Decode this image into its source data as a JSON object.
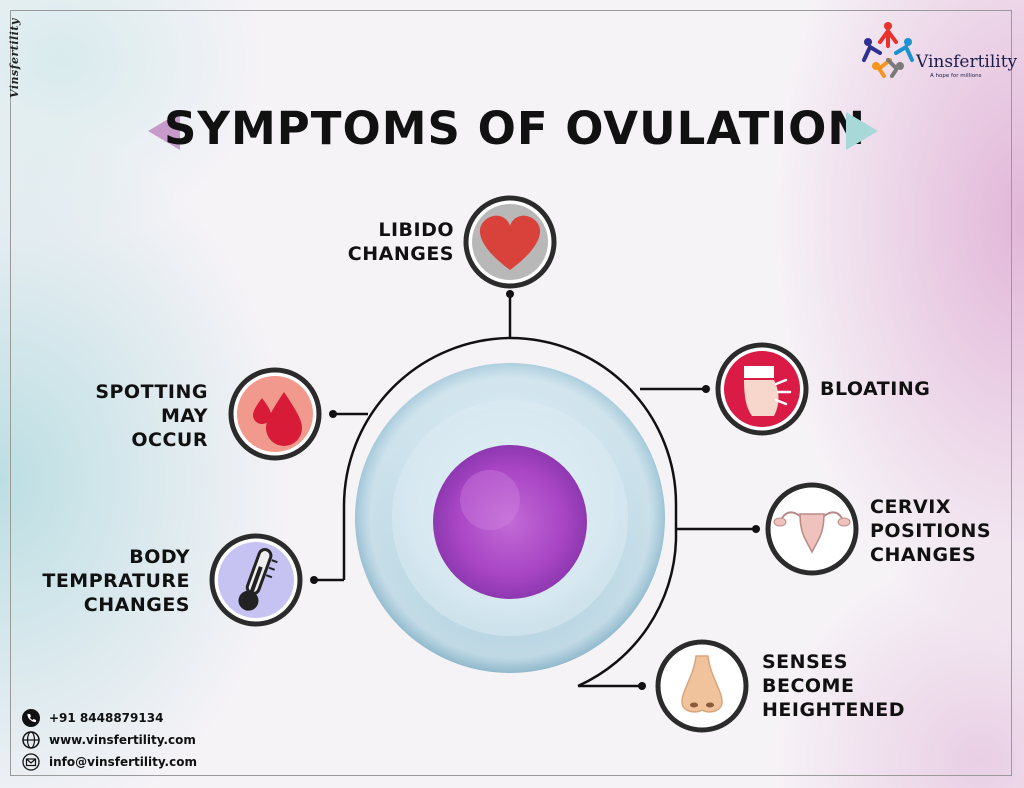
{
  "brand": {
    "side_text": "Vinsfertility",
    "name": "Vinsfertility",
    "tagline": "A hope for millions"
  },
  "title": "SYMPTOMS OF OVULATION",
  "symptoms": {
    "libido": {
      "line1": "LIBIDO",
      "line2": "CHANGES",
      "icon": "heart-icon",
      "color": "#d8423a"
    },
    "spotting": {
      "line1": "SPOTTING",
      "line2": "MAY",
      "line3": "OCCUR",
      "icon": "blood-drop-icon",
      "color": "#f2998d"
    },
    "temperature": {
      "line1": "BODY",
      "line2": "TEMPRATURE",
      "line3": "CHANGES",
      "icon": "thermometer-icon",
      "color": "#c6c3f3"
    },
    "bloating": {
      "line1": "BLOATING",
      "icon": "bloating-icon",
      "color": "#d91b45"
    },
    "cervix": {
      "line1": "CERVIX",
      "line2": "POSITIONS",
      "line3": "CHANGES",
      "icon": "uterus-icon",
      "color": "#ffffff"
    },
    "senses": {
      "line1": "SENSES",
      "line2": "BECOME",
      "line3": "HEIGHTENED",
      "icon": "nose-icon",
      "color": "#ffffff"
    }
  },
  "contact": {
    "phone": "+91 8448879134",
    "website": "www.vinsfertility.com",
    "email": "info@vinsfertility.com"
  }
}
